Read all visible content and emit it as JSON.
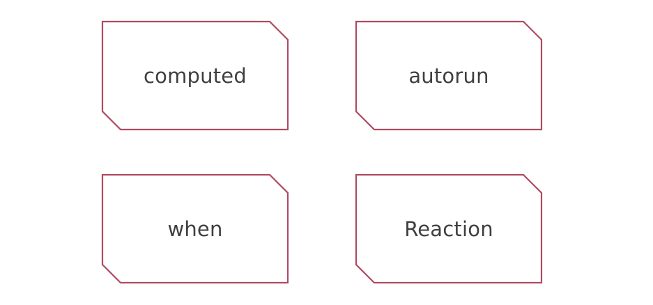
{
  "colors": {
    "card_border": "#b04a60",
    "card_fill": "#ffffff",
    "label_text": "#3f3f3f",
    "background": "#ffffff"
  },
  "cards": [
    {
      "label": "computed"
    },
    {
      "label": "autorun"
    },
    {
      "label": "when"
    },
    {
      "label": "Reaction"
    }
  ]
}
